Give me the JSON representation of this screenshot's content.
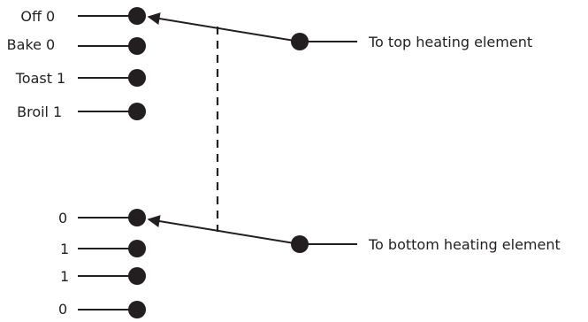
{
  "top_switch": {
    "positions": [
      {
        "name": "Off",
        "value": "0"
      },
      {
        "name": "Bake",
        "value": "0"
      },
      {
        "name": "Toast",
        "value": "1"
      },
      {
        "name": "Broil",
        "value": "1"
      }
    ],
    "output_label": "To top heating element",
    "selected_index": 0
  },
  "bottom_switch": {
    "positions": [
      {
        "value": "0"
      },
      {
        "value": "1"
      },
      {
        "value": "1"
      },
      {
        "value": "0"
      }
    ],
    "output_label": "To bottom heating element",
    "selected_index": 0
  },
  "colors": {
    "ink": "#231f20",
    "background": "#ffffff"
  }
}
